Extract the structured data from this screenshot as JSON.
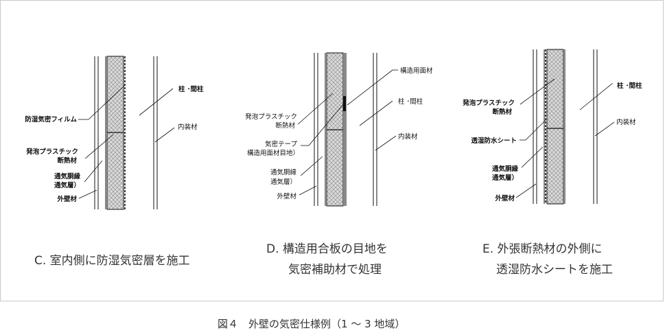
{
  "panels": [
    {
      "caption": [
        "C. 室内側に防湿気密層を施工"
      ],
      "labels": {
        "column": "柱 ･間柱",
        "interior": "内装材",
        "vapor_barrier": "防湿気密フィルム",
        "foam_line1": "発泡プラスチック",
        "foam_line2": "断熱材",
        "air_line1": "通気胴縁",
        "air_line2": "通気層）",
        "exterior": "外壁材"
      }
    },
    {
      "caption": [
        "D. 構造用合板の目地を",
        "気密補助材で処理"
      ],
      "labels": {
        "plywood": "構造用面材",
        "column": "柱 ･間柱",
        "interior": "内装材",
        "foam_line1": "発泡プラスチック",
        "foam_line2": "断熱材",
        "tape_line1": "気密テープ",
        "tape_line2": "構造用面材目地）",
        "air_line1": "通気胴縁",
        "air_line2": "通気層）",
        "exterior": "外壁材"
      }
    },
    {
      "caption": [
        "E. 外張断熱材の外側に",
        "透湿防水シートを施工"
      ],
      "labels": {
        "column": "柱 ･間柱",
        "interior": "内装材",
        "foam_line1": "発泡プラスチック",
        "foam_line2": "断熱材",
        "membrane": "透湿防水シート",
        "air_line1": "通気胴縁",
        "air_line2": "通気層）",
        "exterior": "外壁材"
      }
    }
  ],
  "figure_caption": "図４　外壁の気密仕様例（1 〜 3 地域）"
}
